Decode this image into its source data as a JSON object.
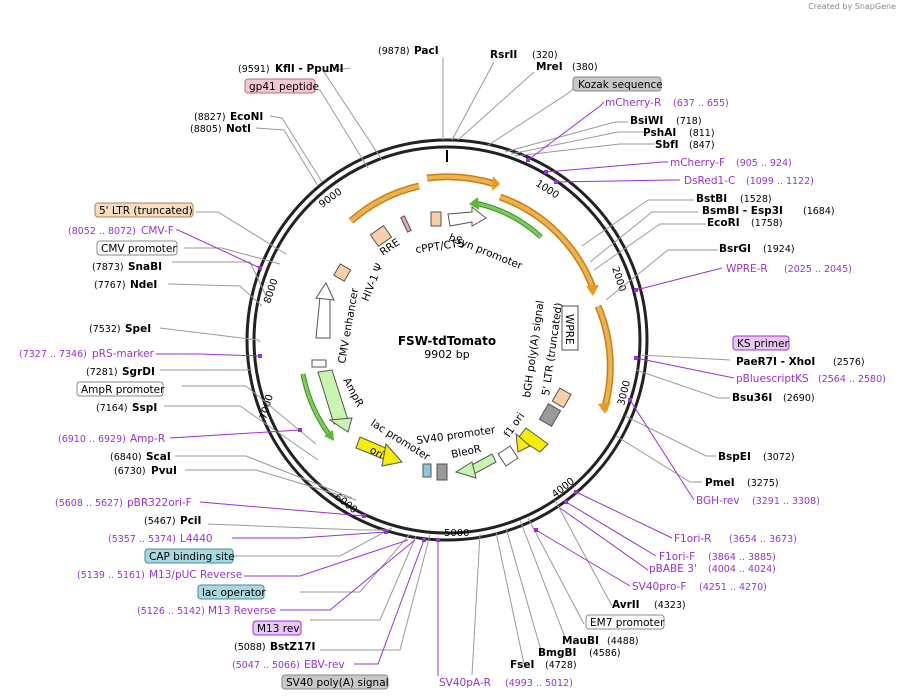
{
  "credit": "Created by SnapGene",
  "plasmid": {
    "name": "FSW-tdTomato",
    "size": "9902 bp",
    "length": 9902
  },
  "ticks": [
    "1000",
    "2000",
    "3000",
    "4000",
    "5000",
    "6000",
    "7000",
    "8000",
    "9000"
  ],
  "enzymes": [
    {
      "name": "RsrII",
      "pos": "(320)"
    },
    {
      "name": "MreI",
      "pos": "(380)"
    },
    {
      "name": "BsiWI",
      "pos": "(718)"
    },
    {
      "name": "PshAI",
      "pos": "(811)"
    },
    {
      "name": "SbfI",
      "pos": "(847)"
    },
    {
      "name": "BstBI",
      "pos": "(1528)"
    },
    {
      "name": "BsmBI - Esp3I",
      "pos": "(1684)"
    },
    {
      "name": "EcoRI",
      "pos": "(1758)"
    },
    {
      "name": "BsrGI",
      "pos": "(1924)"
    },
    {
      "name": "PaeR7I - XhoI",
      "pos": "(2576)"
    },
    {
      "name": "Bsu36I",
      "pos": "(2690)"
    },
    {
      "name": "BspEI",
      "pos": "(3072)"
    },
    {
      "name": "PmeI",
      "pos": "(3275)"
    },
    {
      "name": "AvrII",
      "pos": "(4323)"
    },
    {
      "name": "MauBI",
      "pos": "(4488)"
    },
    {
      "name": "BmgBI",
      "pos": "(4586)"
    },
    {
      "name": "FseI",
      "pos": "(4728)"
    },
    {
      "name": "BstZ17I",
      "pos": "(5088)"
    },
    {
      "name": "PciI",
      "pos": "(5467)"
    },
    {
      "name": "PvuI",
      "pos": "(6730)"
    },
    {
      "name": "ScaI",
      "pos": "(6840)"
    },
    {
      "name": "SspI",
      "pos": "(7164)"
    },
    {
      "name": "SgrDI",
      "pos": "(7281)"
    },
    {
      "name": "SpeI",
      "pos": "(7532)"
    },
    {
      "name": "NdeI",
      "pos": "(7767)"
    },
    {
      "name": "SnaBI",
      "pos": "(7873)"
    },
    {
      "name": "NotI",
      "pos": "(8805)"
    },
    {
      "name": "EcoNI",
      "pos": "(8827)"
    },
    {
      "name": "KflI - PpuMI",
      "pos": "(9591)"
    },
    {
      "name": "PacI",
      "pos": "(9878)"
    }
  ],
  "primers": [
    {
      "name": "mCherry-R",
      "range": "(637 .. 655)"
    },
    {
      "name": "mCherry-F",
      "range": "(905 .. 924)"
    },
    {
      "name": "DsRed1-C",
      "range": "(1099 .. 1122)"
    },
    {
      "name": "WPRE-R",
      "range": "(2025 .. 2045)"
    },
    {
      "name": "KS primer",
      "range": ""
    },
    {
      "name": "pBluescriptKS",
      "range": "(2564 .. 2580)"
    },
    {
      "name": "BGH-rev",
      "range": "(3291 .. 3308)"
    },
    {
      "name": "F1ori-R",
      "range": "(3654 .. 3673)"
    },
    {
      "name": "F1ori-F",
      "range": "(3864 .. 3885)"
    },
    {
      "name": "pBABE 3'",
      "range": "(4004 .. 4024)"
    },
    {
      "name": "SV40pro-F",
      "range": "(4251 .. 4270)"
    },
    {
      "name": "SV40pA-R",
      "range": "(4993 .. 5012)"
    },
    {
      "name": "EBV-rev",
      "range": "(5047 .. 5066)"
    },
    {
      "name": "M13 rev",
      "range": ""
    },
    {
      "name": "M13 Reverse",
      "range": "(5126 .. 5142)"
    },
    {
      "name": "M13/pUC Reverse",
      "range": "(5139 .. 5161)"
    },
    {
      "name": "L4440",
      "range": "(5357 .. 5374)"
    },
    {
      "name": "pBR322ori-F",
      "range": "(5608 .. 5627)"
    },
    {
      "name": "Amp-R",
      "range": "(6910 .. 6929)"
    },
    {
      "name": "pRS-marker",
      "range": "(7327 .. 7346)"
    },
    {
      "name": "CMV-F",
      "range": "(8052 .. 8072)"
    }
  ],
  "boxed_features": [
    "gp41 peptide",
    "Kozak sequence",
    "5' LTR (truncated)",
    "CMV promoter",
    "AmpR promoter",
    "EM7 promoter",
    "CAP binding site",
    "lac operator",
    "SV40 poly(A) signal"
  ],
  "inner_features": [
    "RRE",
    "cPPT/CTS",
    "hSyn promoter",
    "HIV-1 Ψ",
    "CMV enhancer",
    "AmpR",
    "ori",
    "lac promoter",
    "SV40 promoter",
    "BleoR",
    "f1 ori",
    "bGH poly(A) signal",
    "5' LTR (truncated)",
    "WPRE"
  ],
  "colors": {
    "primer": "#9b30d9",
    "orange": "#e89a1e",
    "green": "#5cb83a",
    "yellow": "#f5ee00",
    "peach": "#f8cfa8"
  }
}
